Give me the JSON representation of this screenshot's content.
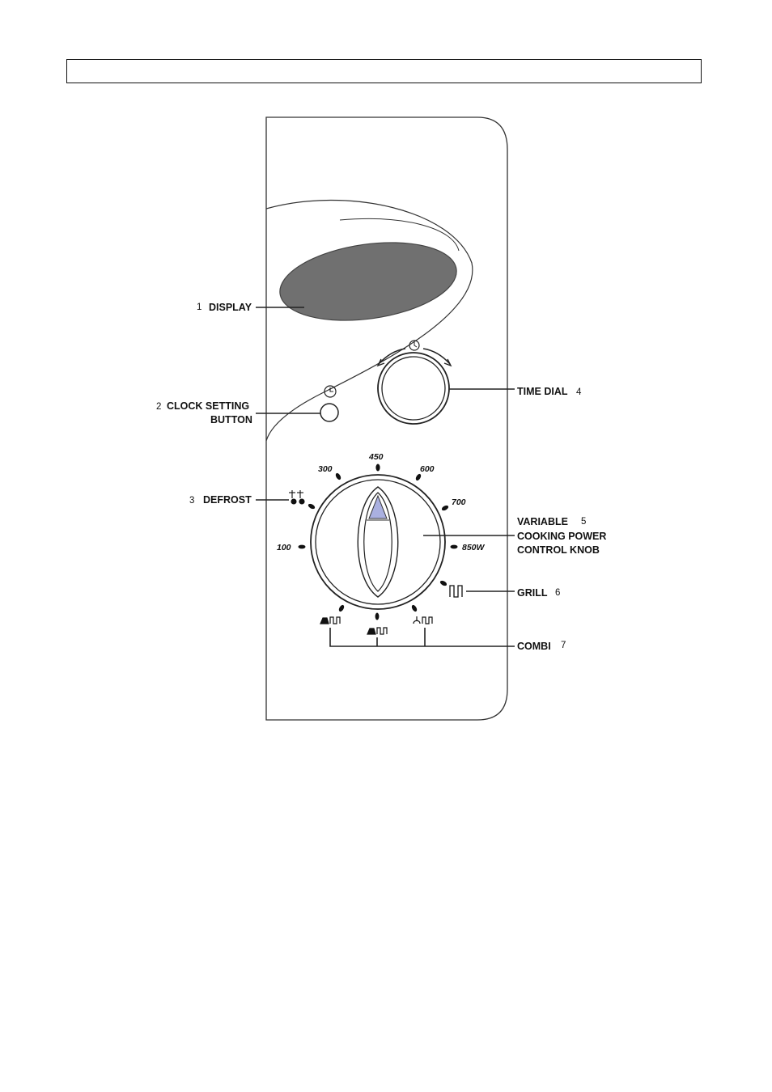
{
  "header_box": "",
  "callouts": {
    "display": {
      "number": "1",
      "label": "DISPLAY"
    },
    "clock": {
      "number": "2",
      "label_line1": "CLOCK SETTING",
      "label_line2": "BUTTON"
    },
    "defrost": {
      "number": "3",
      "label": "DEFROST"
    },
    "time_dial": {
      "number": "4",
      "label": "TIME DIAL"
    },
    "power": {
      "number": "5",
      "label_line1": "VARIABLE",
      "label_line2": "COOKING POWER",
      "label_line3": "CONTROL KNOB"
    },
    "grill": {
      "number": "6",
      "label": "GRILL"
    },
    "combi": {
      "number": "7",
      "label": "COMBI"
    }
  },
  "power_marks": {
    "p100": "100",
    "p300": "300",
    "p450": "450",
    "p600": "600",
    "p700": "700",
    "p850": "850W"
  },
  "colors": {
    "display": "#707070",
    "pointer": "#aab0e0",
    "line": "#111111"
  },
  "icons": [
    "clock-icon",
    "timer-icon",
    "defrost-icon",
    "grill-icon",
    "combi-icon"
  ]
}
